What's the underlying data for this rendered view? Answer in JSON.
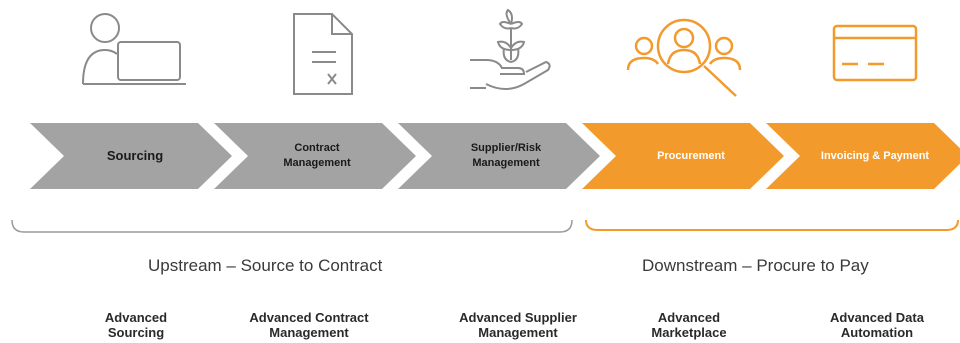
{
  "stages": [
    {
      "label": "Sourcing",
      "color": "#a3a3a3"
    },
    {
      "label": "Contract Management",
      "color": "#a3a3a3"
    },
    {
      "label": "Supplier/Risk Management",
      "color": "#a3a3a3"
    },
    {
      "label": "Procurement",
      "color": "#f39a2d"
    },
    {
      "label": "Invoicing & Payment",
      "color": "#f39a2d"
    }
  ],
  "icons": [
    "person-laptop-icon",
    "contract-document-icon",
    "hand-plant-icon",
    "people-search-icon",
    "credit-card-icon"
  ],
  "sections": {
    "upstream": "Upstream – Source to Contract",
    "downstream": "Downstream – Procure to Pay"
  },
  "products": [
    "Advanced Sourcing",
    "Advanced Contract Management",
    "Advanced Supplier Management",
    "Advanced Marketplace",
    "Advanced Data Automation"
  ],
  "colors": {
    "gray": "#a3a3a3",
    "orange": "#f39a2d",
    "icon_gray": "#8a8a8a",
    "text": "#2a2a2a"
  }
}
